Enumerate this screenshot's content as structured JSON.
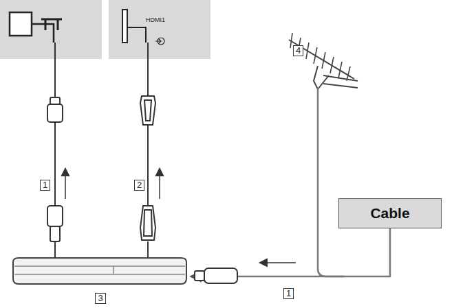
{
  "diagram": {
    "nodes": [
      {
        "text": [
          "3"
        ]
      },
      {
        "text": [
          "Cable"
        ]
      }
    ],
    "edges": [
      {
        "from": 1,
        "to": 0,
        "arrow": "to"
      }
    ],
    "labels": [
      "HDMI1",
      "1",
      "2",
      "1",
      "4"
    ]
  }
}
